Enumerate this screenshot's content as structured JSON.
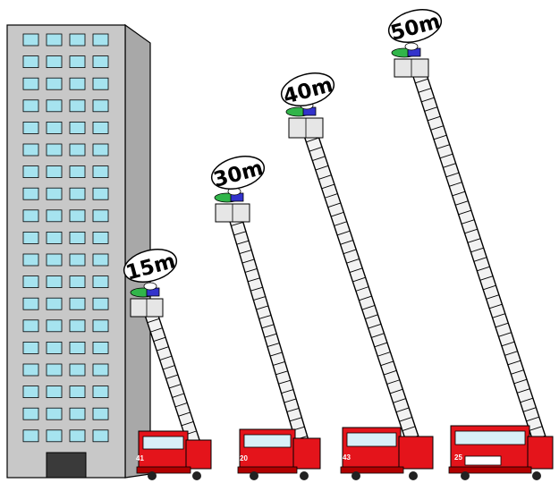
{
  "colors": {
    "building_front": "#c8c8c8",
    "building_side": "#a8a8a8",
    "window": "#a6e3ef",
    "door": "#3a3a3a",
    "truck_red": "#e4141b",
    "truck_dark": "#b00000",
    "ladder": "#f2f2f2",
    "basket": "#e6e6e6",
    "firefighter_green": "#31b54a",
    "firefighter_blue": "#3333cc"
  },
  "trucks": [
    {
      "id": "truck-15",
      "height_label": "15m",
      "unit_number": "41"
    },
    {
      "id": "truck-30",
      "height_label": "30m",
      "unit_number": "20"
    },
    {
      "id": "truck-40",
      "height_label": "40m",
      "unit_number": "43"
    },
    {
      "id": "truck-50",
      "height_label": "50m",
      "unit_number": "25"
    }
  ]
}
